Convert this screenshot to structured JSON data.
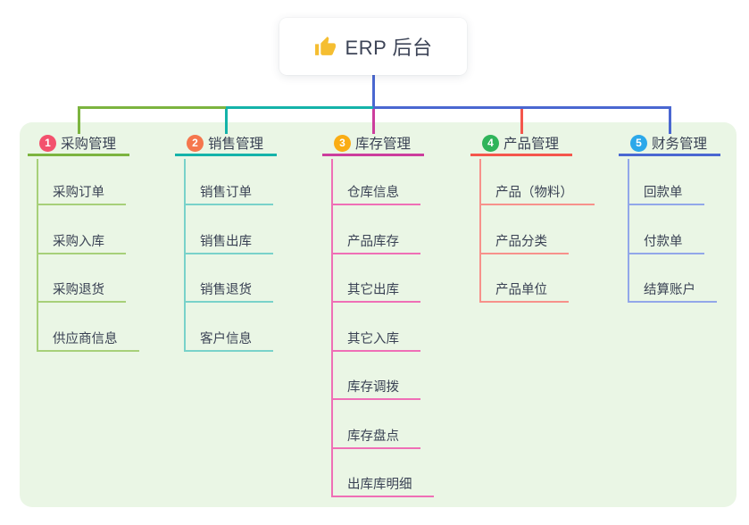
{
  "root": {
    "label": "ERP 后台",
    "icon": "thumbs-up-icon",
    "icon_color": "#F5BE31"
  },
  "board_color": "#EAF6E5",
  "stem_color": "#4A67D1",
  "text_color": "#3A4254",
  "branches": [
    {
      "index": "1",
      "label": "采购管理",
      "badge_color": "#F3516D",
      "line_color": "#7CB43F",
      "child_line_color": "#A7D079",
      "children": [
        "采购订单",
        "采购入库",
        "采购退货",
        "供应商信息"
      ]
    },
    {
      "index": "2",
      "label": "销售管理",
      "badge_color": "#F5764D",
      "line_color": "#14B3A9",
      "child_line_color": "#79D2CA",
      "children": [
        "销售订单",
        "销售出库",
        "销售退货",
        "客户信息"
      ]
    },
    {
      "index": "3",
      "label": "库存管理",
      "badge_color": "#FAAD14",
      "line_color": "#CC3D9D",
      "child_line_color": "#EF6FB6",
      "children": [
        "仓库信息",
        "产品库存",
        "其它出库",
        "其它入库",
        "库存调拨",
        "库存盘点",
        "出库库明细"
      ]
    },
    {
      "index": "4",
      "label": "产品管理",
      "badge_color": "#2FB45A",
      "line_color": "#F4564C",
      "child_line_color": "#F7918B",
      "children": [
        "产品（物料）",
        "产品分类",
        "产品单位"
      ]
    },
    {
      "index": "5",
      "label": "财务管理",
      "badge_color": "#2BA8EA",
      "line_color": "#4A67D1",
      "child_line_color": "#92A7E9",
      "children": [
        "回款单",
        "付款单",
        "结算账户"
      ]
    }
  ]
}
